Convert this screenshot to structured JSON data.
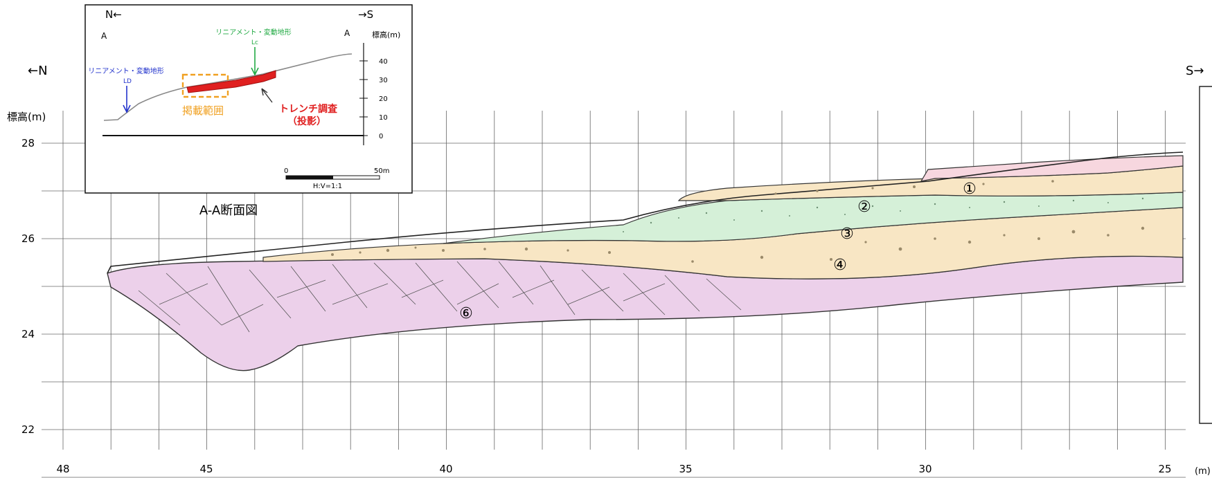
{
  "section": {
    "title": "A-A断面図",
    "dir_left": "←N",
    "dir_right": "S→",
    "y_axis_label": "標高(m)",
    "x_unit": "(m)",
    "y_ticks": [
      "28",
      "26",
      "24",
      "22"
    ],
    "x_ticks": [
      "48",
      "45",
      "40",
      "35",
      "30",
      "25"
    ],
    "layers": [
      {
        "num": "①",
        "color": "#f7d7df"
      },
      {
        "num": "②",
        "color": "#f8e6c4"
      },
      {
        "num": "③",
        "color": "#d5f0d8"
      },
      {
        "num": "④",
        "color": "#f8e6c4"
      },
      {
        "num": "⑥",
        "color": "#ecd0ea"
      }
    ]
  },
  "inset": {
    "dir_left": "N←",
    "dir_right": "→S",
    "label_a_left": "A",
    "label_a_right": "A",
    "elev_label": "標高(m)",
    "elev_ticks": [
      "40",
      "30",
      "20",
      "10",
      "0"
    ],
    "lineament_lc_text": "リニアメント・変動地形",
    "lineament_lc_code": "Lc",
    "lineament_lc_color": "#22aa44",
    "lineament_ld_text": "リニアメント・変動地形",
    "lineament_ld_code": "LD",
    "lineament_ld_color": "#2233cc",
    "range_label": "掲載範囲",
    "range_color": "#f0a020",
    "trench_label_1": "トレンチ調査",
    "trench_label_2": "（投影）",
    "trench_color": "#e02020",
    "scale_start": "0",
    "scale_end": "50m",
    "scale_ratio": "H:V=1:1"
  }
}
